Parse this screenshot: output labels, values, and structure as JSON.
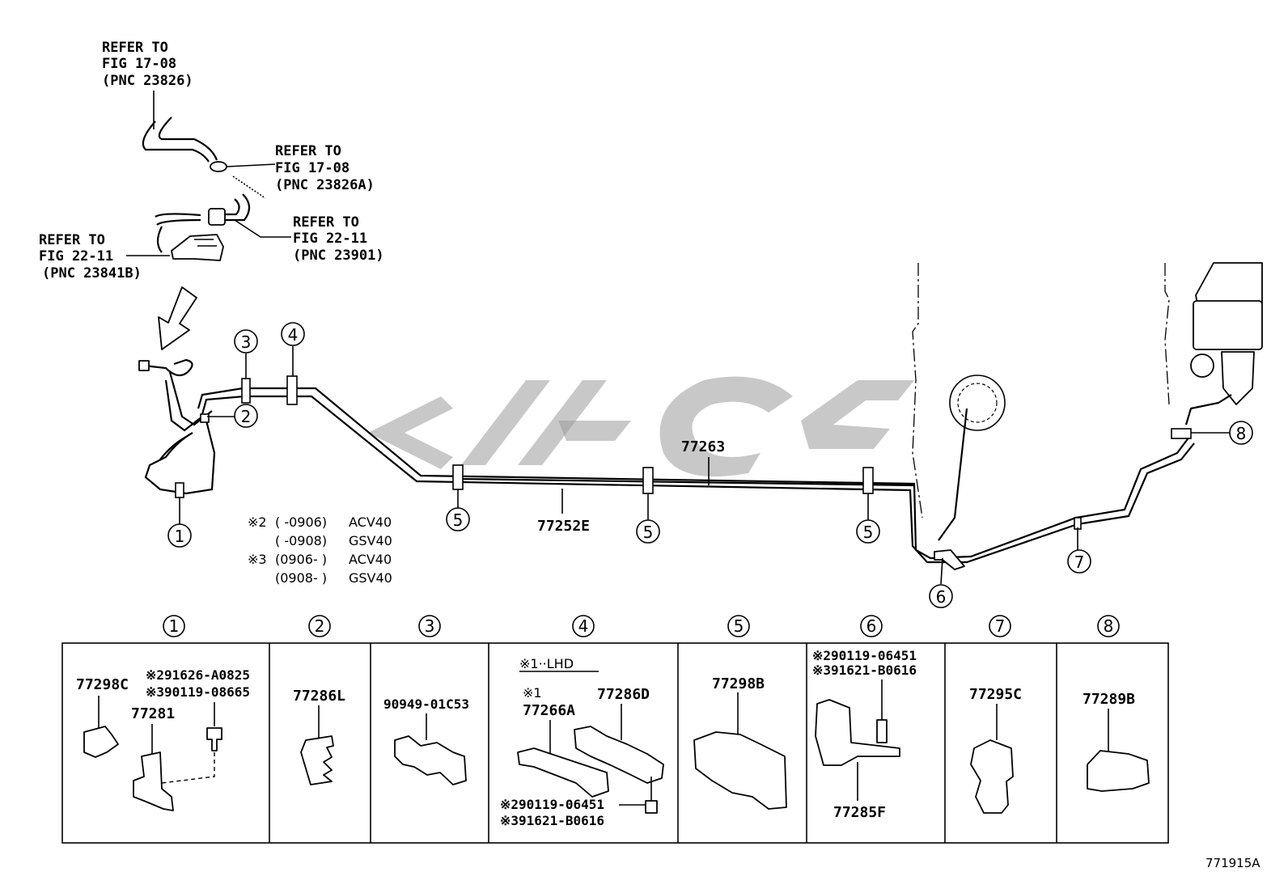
{
  "references": {
    "ref1": {
      "line1": "REFER TO",
      "line2": "FIG 17-08",
      "line3": "(PNC 23826)"
    },
    "ref2": {
      "line1": "REFER TO",
      "line2": "FIG 17-08",
      "line3": "(PNC 23826A)"
    },
    "ref3": {
      "line1": "REFER TO",
      "line2": "FIG 22-11",
      "line3": "(PNC 23901)"
    },
    "ref4": {
      "line1": "REFER TO",
      "line2": "FIG 22-11",
      "line3": "(PNC 23841B)"
    }
  },
  "main_parts": {
    "p77263": "77263",
    "p77252E": "77252E"
  },
  "callouts": {
    "c1": "1",
    "c2": "2",
    "c3": "3",
    "c4": "4",
    "c5": "5",
    "c6": "6",
    "c7": "7",
    "c8": "8"
  },
  "applicability": {
    "r1": {
      "mark": "※2",
      "range": "(    -0906)",
      "model": "ACV40"
    },
    "r2": {
      "mark": "",
      "range": "(    -0908)",
      "model": "GSV40"
    },
    "r3": {
      "mark": "※3",
      "range": "(0906-    )",
      "model": "ACV40"
    },
    "r4": {
      "mark": "",
      "range": "(0908-    )",
      "model": "GSV40"
    }
  },
  "table": {
    "headers": [
      "1",
      "2",
      "3",
      "4",
      "5",
      "6",
      "7",
      "8"
    ],
    "cell1": {
      "a": "77298C",
      "b": "※291626-A0825",
      "c": "※390119-08665",
      "d": "77281"
    },
    "cell2": {
      "a": "77286L"
    },
    "cell3": {
      "a": "90949-01C53"
    },
    "cell4": {
      "note": "※1··LHD",
      "mark": "※1",
      "a": "77266A",
      "b": "77286D",
      "c": "※290119-06451",
      "d": "※391621-B0616"
    },
    "cell5": {
      "a": "77298B"
    },
    "cell6": {
      "b": "※290119-06451",
      "c": "※391621-B0616",
      "a": "77285F"
    },
    "cell7": {
      "a": "77295C"
    },
    "cell8": {
      "a": "77289B"
    }
  },
  "figure_id": "771915A"
}
